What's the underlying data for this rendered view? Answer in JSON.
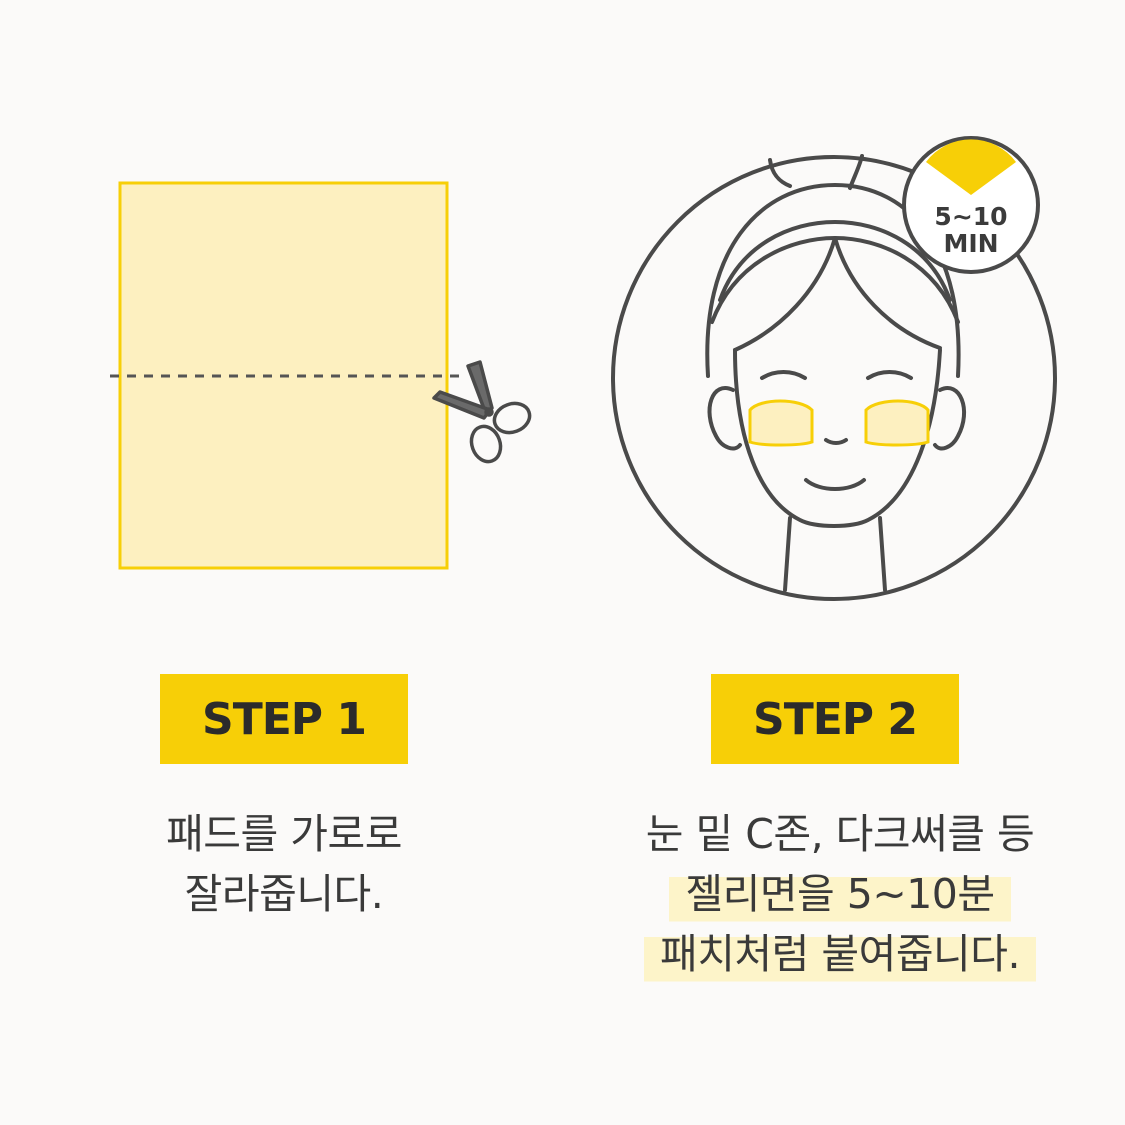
{
  "steps": [
    {
      "badge": "STEP 1",
      "lines": [
        "패드를 가로로",
        "잘라줍니다."
      ]
    },
    {
      "badge": "STEP 2",
      "lines": [
        "눈 밑 C존, 다크써클 등",
        "젤리면을 5~10분",
        "패치처럼 붙여줍니다."
      ]
    }
  ],
  "timer": {
    "line1": "5~10",
    "line2": "MIN"
  },
  "colors": {
    "accent": "#f7cf07",
    "pad_fill": "#fdf0c0",
    "highlight": "#fdf4c9",
    "outline": "#4a4a4a"
  }
}
